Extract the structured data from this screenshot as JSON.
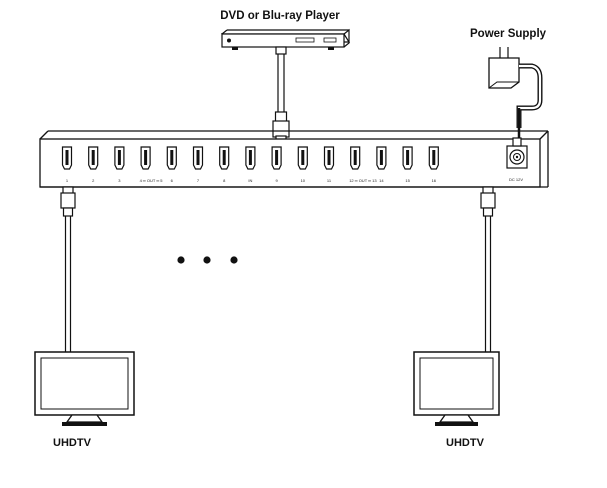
{
  "labels": {
    "source": "DVD or Blu-ray Player",
    "power": "Power Supply",
    "display_left": "UHDTV",
    "display_right": "UHDTV"
  },
  "splitter": {
    "ports_left": [
      "1",
      "2",
      "3",
      "4 ═ OUT ═ 5",
      "6",
      "7",
      "8"
    ],
    "input_port": "IN",
    "ports_right": [
      "9",
      "10",
      "11",
      "12 ═ OUT ═ 13",
      "14",
      "15",
      "16"
    ],
    "power_port": "DC 12V"
  },
  "colors": {
    "line": "#1a1a1a",
    "cable": "#ffffff"
  },
  "icons": [
    "dvd-player-icon",
    "power-adapter-icon",
    "hdmi-plug-icon",
    "tv-icon",
    "ellipsis-icon"
  ]
}
